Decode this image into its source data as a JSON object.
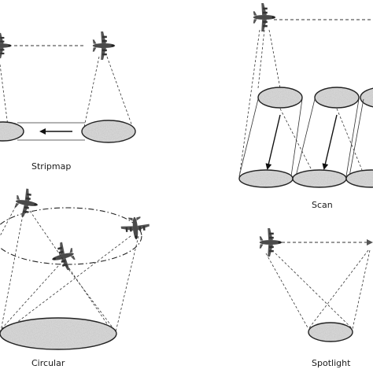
{
  "labels": {
    "stripmap": "Stripmap",
    "scan": "Scan",
    "circular": "Circular",
    "spotlight": "Spotlight"
  },
  "colors": {
    "background": "#ffffff",
    "line": "#333333",
    "footprint_fill": "#c9c9c9",
    "aircraft": "#4a4a4a"
  },
  "icons": [
    "aircraft-icon",
    "motion-arrow-icon"
  ]
}
